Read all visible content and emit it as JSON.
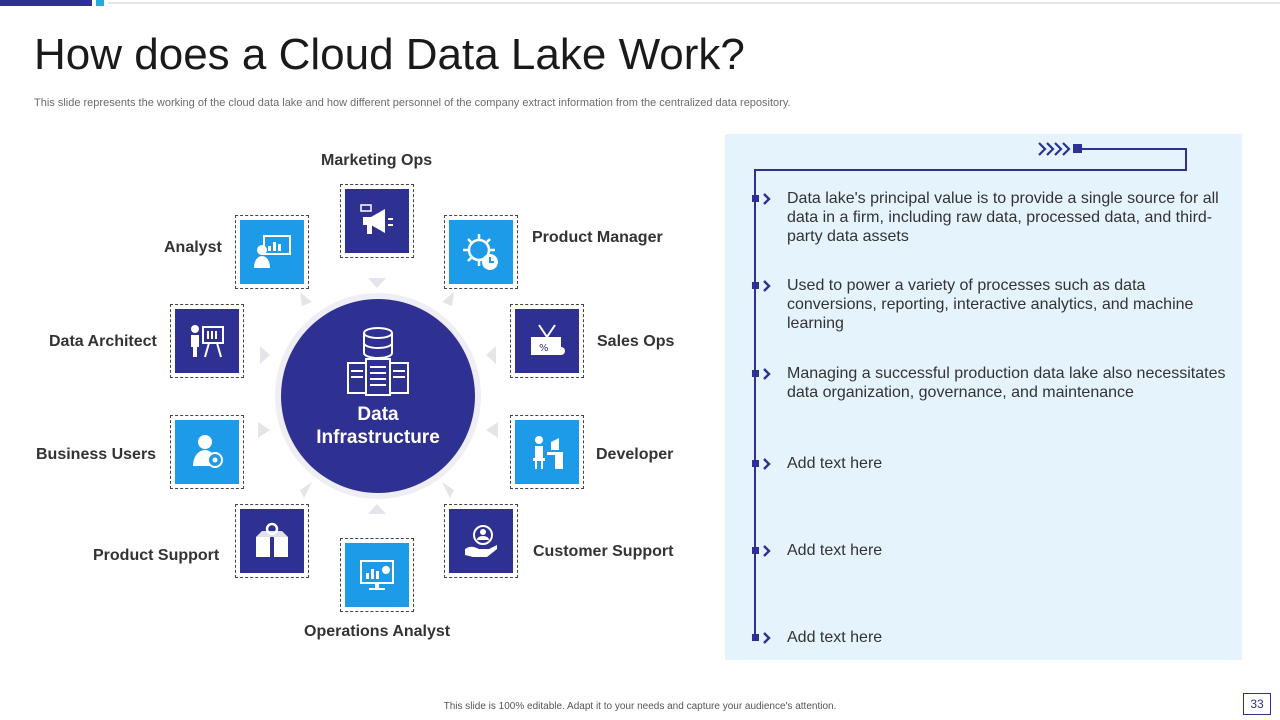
{
  "header": {
    "title": "How does a Cloud Data Lake Work?",
    "subtitle": "This slide represents the working of the cloud data lake and how different personnel of the company extract information from the centralized data repository."
  },
  "hub": {
    "label_line1": "Data",
    "label_line2": "Infrastructure",
    "icon": "database-server-icon"
  },
  "nodes": [
    {
      "label": "Marketing Ops",
      "style": "dark",
      "icon": "megaphone-icon"
    },
    {
      "label": "Product Manager",
      "style": "light",
      "icon": "gear-clock-icon"
    },
    {
      "label": "Sales Ops",
      "style": "dark",
      "icon": "sale-tag-icon"
    },
    {
      "label": "Developer",
      "style": "light",
      "icon": "person-at-desk-icon"
    },
    {
      "label": "Customer Support",
      "style": "dark",
      "icon": "hand-user-icon"
    },
    {
      "label": "Operations Analyst",
      "style": "light",
      "icon": "monitor-chart-icon"
    },
    {
      "label": "Product Support",
      "style": "dark",
      "icon": "box-gear-icon"
    },
    {
      "label": "Business Users",
      "style": "light",
      "icon": "user-target-icon"
    },
    {
      "label": "Data Architect",
      "style": "dark",
      "icon": "presenter-board-icon"
    },
    {
      "label": "Analyst",
      "style": "light",
      "icon": "presentation-icon"
    }
  ],
  "panel": {
    "bullets": [
      "Data lake's principal value  is to provide a single source for all data in a firm, including raw data, processed data, and third-party data assets",
      "Used to power a variety of processes such as data conversions, reporting, interactive analytics, and machine learning",
      "Managing a successful production data lake also necessitates data organization, governance, and maintenance",
      "Add text here",
      "Add text here",
      "Add text here"
    ]
  },
  "footer": {
    "text": "This slide is 100% editable. Adapt it to your needs and capture your audience's attention.",
    "page_number": "33"
  },
  "colors": {
    "primary": "#2e3192",
    "accent": "#1e9be8",
    "panel_bg": "#e5f3fc"
  }
}
